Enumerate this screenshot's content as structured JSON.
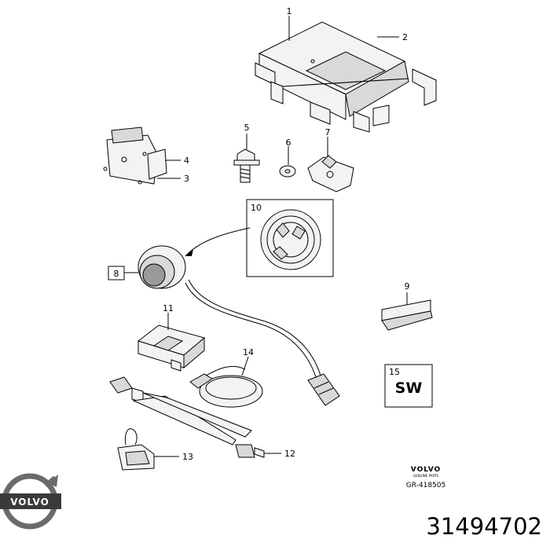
{
  "callouts": [
    "1",
    "2",
    "3",
    "4",
    "5",
    "6",
    "7",
    "8",
    "9",
    "10",
    "11",
    "12",
    "13",
    "14",
    "15"
  ],
  "sw_label": "SW",
  "brand_name": "VOLVO",
  "brand_subtitle": "GENUINE PARTS",
  "diagram_ref": "GR-418505",
  "logo_text": "VOLVO",
  "part_number": "31494702"
}
